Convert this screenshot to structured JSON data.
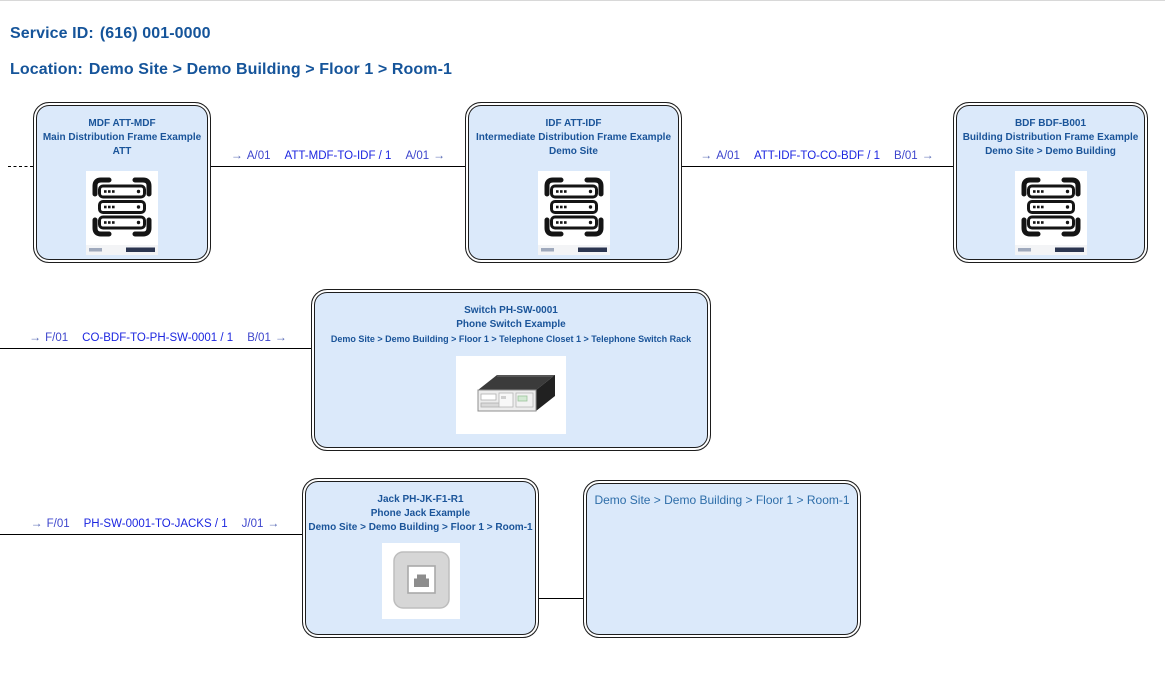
{
  "header": {
    "service": {
      "label": "Service ID:",
      "value": "(616) 001-0000"
    },
    "location": {
      "label": "Location:",
      "value": "Demo Site > Demo Building > Floor 1 > Room-1"
    }
  },
  "nodes": [
    {
      "title": "MDF ATT-MDF",
      "subtitle": "Main Distribution Frame Example",
      "location": "ATT",
      "icon": "rack-icon"
    },
    {
      "title": "IDF ATT-IDF",
      "subtitle": "Intermediate Distribution Frame Example",
      "location": "Demo Site",
      "icon": "rack-icon"
    },
    {
      "title": "BDF BDF-B001",
      "subtitle": "Building Distribution Frame Example",
      "location": "Demo Site > Demo Building",
      "icon": "rack-icon"
    },
    {
      "title": "Switch PH-SW-0001",
      "subtitle": "Phone Switch Example",
      "location": "Demo Site > Demo Building > Floor 1 > Telephone Closet 1 > Telephone Switch Rack",
      "icon": "phone-switch-icon"
    },
    {
      "title": "Jack PH-JK-F1-R1",
      "subtitle": "Phone Jack Example",
      "location": "Demo Site > Demo Building > Floor 1 > Room-1",
      "icon": "phone-jack-icon"
    },
    {
      "title": "Demo Site > Demo Building > Floor 1 > Room-1",
      "icon": "none"
    }
  ],
  "links": [
    {
      "out_port": "A/01",
      "name": "ATT-MDF-TO-IDF / 1",
      "in_port": "A/01"
    },
    {
      "out_port": "A/01",
      "name": "ATT-IDF-TO-CO-BDF / 1",
      "in_port": "B/01"
    },
    {
      "out_port": "F/01",
      "name": "CO-BDF-TO-PH-SW-0001 / 1",
      "in_port": "B/01"
    },
    {
      "out_port": "F/01",
      "name": "PH-SW-0001-TO-JACKS / 1",
      "in_port": "J/01"
    }
  ],
  "glyphs": {
    "arrow_right": "→"
  },
  "colors": {
    "header_text": "#15549a",
    "node_fill": "#dbe9fa",
    "node_border": "#1d1d1d",
    "node_text": "#1a5499",
    "room_text": "#2e6ea9",
    "port_text": "#3d45cc",
    "link_text": "#1c26e0",
    "connector": "#000000"
  }
}
